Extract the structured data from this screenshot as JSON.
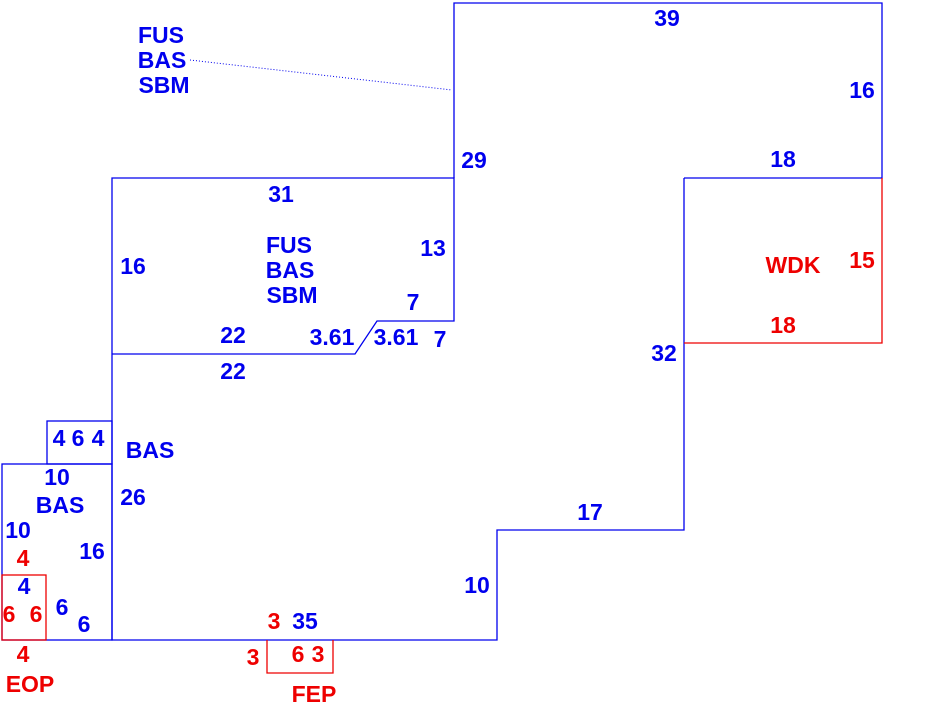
{
  "colors": {
    "structure": "#0000ee",
    "addition": "#ee0000"
  },
  "labels": {
    "top_fus": "FUS",
    "top_bas": "BAS",
    "top_sbm": "SBM",
    "mid_fus": "FUS",
    "mid_bas": "BAS",
    "mid_sbm": "SBM",
    "bas_small": "BAS",
    "bas_left": "BAS",
    "wdk": "WDK",
    "fep": "FEP",
    "eop": "EOP"
  },
  "dims": {
    "d39": "39",
    "d16r": "16",
    "d29": "29",
    "d18t": "18",
    "d31": "31",
    "d13": "13",
    "d16l": "16",
    "d7a": "7",
    "d22a": "22",
    "d361a": "3.61",
    "d361b": "3.61",
    "d7b": "7",
    "d22b": "22",
    "d32": "32",
    "d17": "17",
    "d10b": "10",
    "d35": "35",
    "d26": "26",
    "d16s": "16",
    "d6s": "6",
    "d4a": "4",
    "d6a": "6",
    "d4b": "4",
    "d10a": "10",
    "d10c": "10",
    "d4blue": "4",
    "d6blue": "6"
  },
  "red_dims": {
    "wdk15": "15",
    "wdk18": "18",
    "eop4a": "4",
    "eop6": "6",
    "eop6b": "6",
    "eop4b": "4",
    "fep3a": "3",
    "fep6": "6",
    "fep3b": "3",
    "fep3top": "3"
  }
}
